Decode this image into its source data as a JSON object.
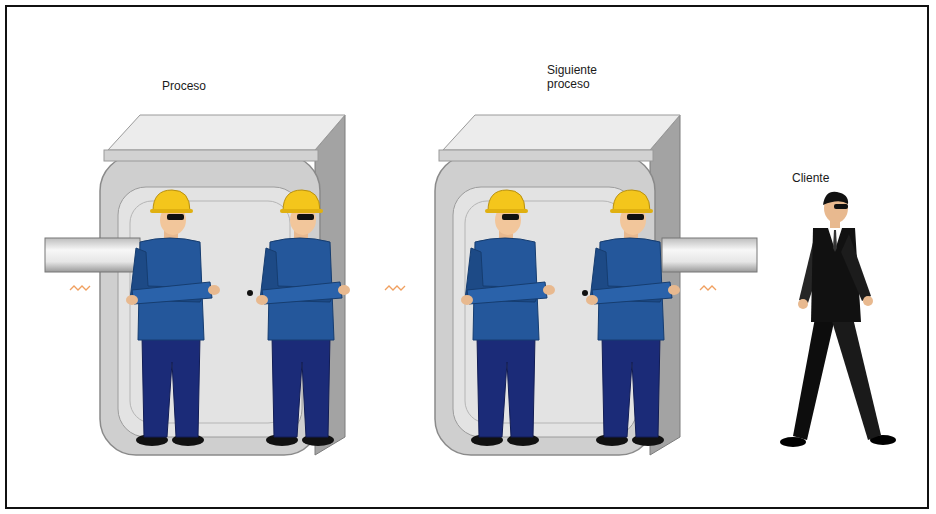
{
  "diagram": {
    "nodes": [
      {
        "text": [
          "Proceso"
        ]
      },
      {
        "text": [
          "Siguiente proceso"
        ]
      },
      {
        "text": [
          "Cliente"
        ]
      }
    ],
    "edges": [
      {
        "from": 0,
        "to": 1,
        "arrow": "none"
      }
    ]
  }
}
